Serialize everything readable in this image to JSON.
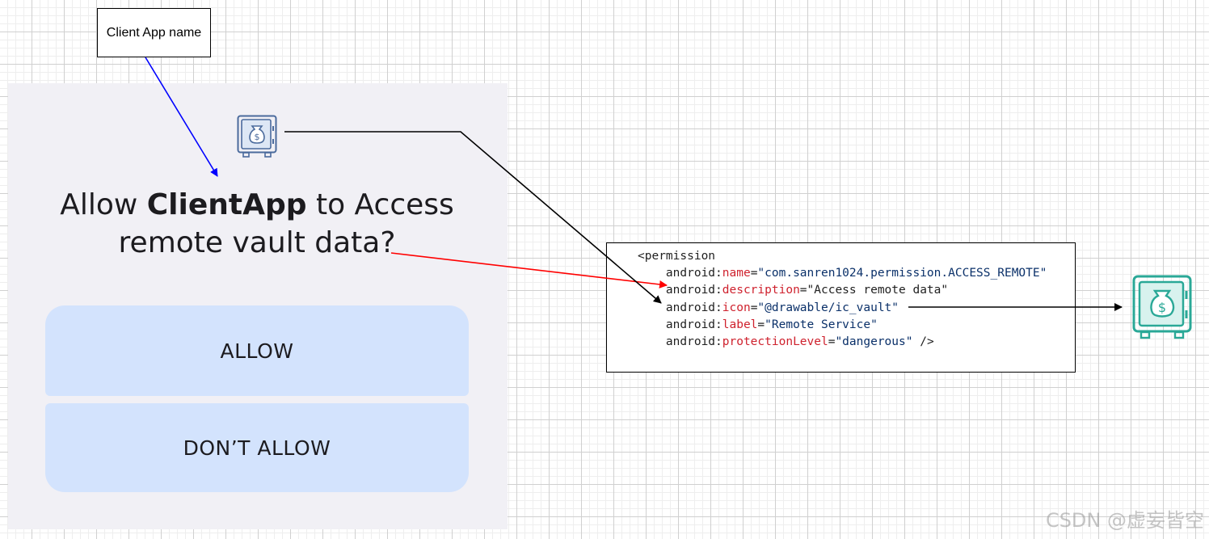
{
  "label_box": {
    "text": "Client App name"
  },
  "dialog": {
    "title_prefix": "Allow ",
    "title_app": "ClientApp",
    "title_suffix": " to Access remote vault data?",
    "allow_label": "ALLOW",
    "deny_label": "DON’T ALLOW",
    "icon": "vault-icon"
  },
  "code": {
    "open_tag": "<permission",
    "indent": "    ",
    "ns": "android:",
    "attrs": [
      {
        "name": "name",
        "value": "\"com.sanren1024.permission.ACCESS_REMOTE\""
      },
      {
        "name": "description",
        "value": "\"Access remote data\""
      },
      {
        "name": "icon",
        "value": "\"@drawable/ic_vault\""
      },
      {
        "name": "label",
        "value": "\"Remote Service\""
      },
      {
        "name": "protectionLevel",
        "value": "\"dangerous\""
      }
    ],
    "close": " />"
  },
  "result_icon": "vault-icon-teal",
  "watermark": "CSDN @虚妄皆空",
  "colors": {
    "label_arrow": "#0000ff",
    "description_arrow": "#ff0000",
    "icon_arrow": "#000000",
    "button_bg": "#d3e3fd",
    "dialog_bg": "#f1f0f5",
    "vault_icon_blue": "#4a6a9c",
    "vault_icon_teal": "#2aa897",
    "code_attr": "#cf222e",
    "code_value": "#0a3069"
  }
}
